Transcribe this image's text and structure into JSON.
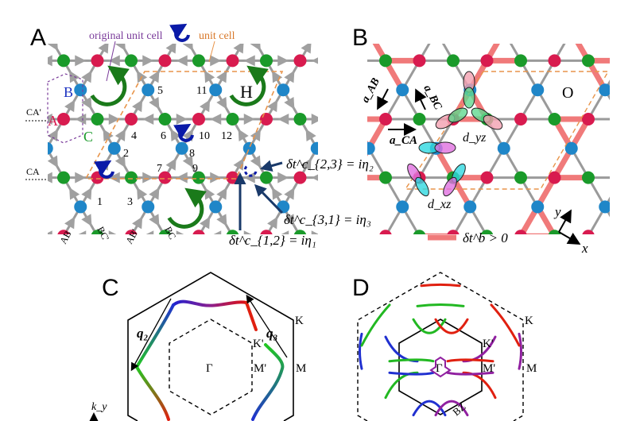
{
  "colors": {
    "site_A": "#d81b4f",
    "site_B": "#1f86c8",
    "site_C": "#1a9a2a",
    "bond": "#9a9a9a",
    "bond_positive": "#f07a7a",
    "unit_cell": "#e8944a",
    "original_cell": "#7a3b9a",
    "loop_large": "#1a7a1a",
    "loop_small": "#0a1aa8"
  },
  "panel_a": {
    "label": "A",
    "original_unit_cell": "original unit cell",
    "unit_cell": "unit cell",
    "site_labels": {
      "B": "B",
      "A": "A",
      "C": "C"
    },
    "chain_labels": {
      "ca_prime": "CA'",
      "ca": "CA",
      "ab": "AB",
      "bc_prime": "BC'",
      "ab_prime": "AB'",
      "bc": "BC"
    },
    "site_numbers": [
      "1",
      "2",
      "3",
      "4",
      "5",
      "6",
      "7",
      "8",
      "9",
      "10",
      "11",
      "12"
    ],
    "plaquette": "H",
    "eq_23": "δt^c_{2,3} = iη₂",
    "eq_31": "δt^c_{3,1} = iη₃",
    "eq_12": "δt^c_{1,2} = iη₁"
  },
  "panel_b": {
    "label": "B",
    "plaquette": "O",
    "vec_ab": "a_AB",
    "vec_bc": "a_BC",
    "vec_ca": "a_CA",
    "orbital_yz": "d_yz",
    "orbital_xz": "d_xz",
    "legend": "δt^b > 0",
    "axis_x": "x",
    "axis_y": "y"
  },
  "panel_c": {
    "label": "C",
    "q2": "q₂",
    "q3": "q₃",
    "K": "K",
    "K_prime": "K'",
    "M": "M",
    "M_prime": "M'",
    "Gamma": "Γ",
    "axis_ky": "k_y"
  },
  "panel_d": {
    "label": "D",
    "K": "K",
    "K_prime": "K'",
    "M": "M",
    "M_prime": "M'",
    "Gamma": "Γ",
    "BZ": "BZ"
  }
}
